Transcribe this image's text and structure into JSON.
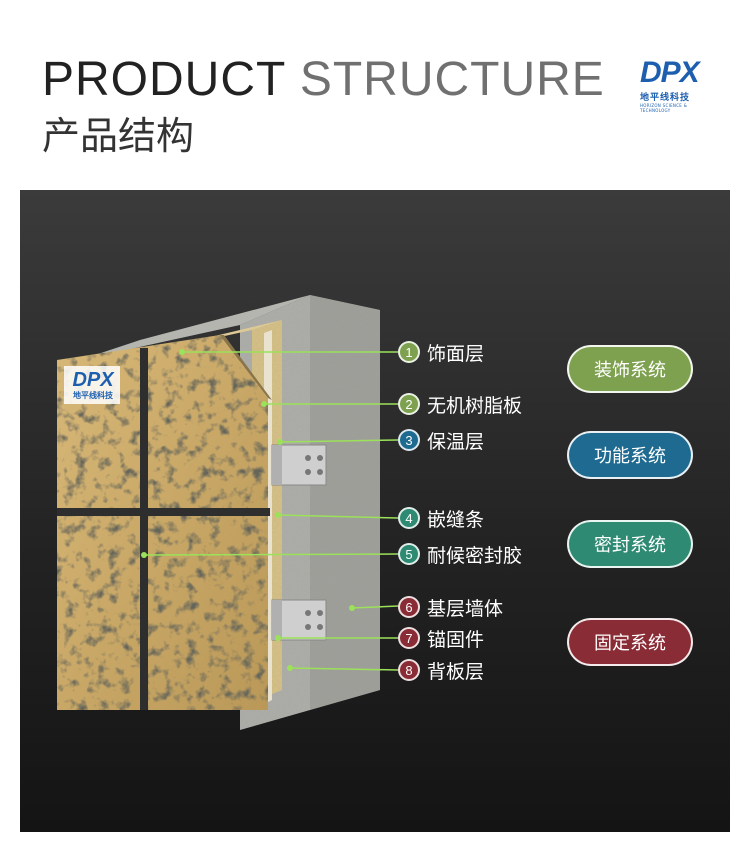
{
  "header": {
    "title_word1": "PRODUCT",
    "title_word2": "STRUCTURE",
    "title_cn": "产品结构",
    "brand_logo": "DPX",
    "brand_cn": "地平线科技",
    "brand_en": "HORIZON SCIENCE & TECHNOLOGY"
  },
  "panel_logo": {
    "text": "DPX",
    "cn": "地平线科技"
  },
  "layers": [
    {
      "num": "1",
      "label": "饰面层",
      "color": "#7ea14f"
    },
    {
      "num": "2",
      "label": "无机树脂板",
      "color": "#7ea14f"
    },
    {
      "num": "3",
      "label": "保温层",
      "color": "#1e6a90"
    },
    {
      "num": "4",
      "label": "嵌缝条",
      "color": "#2e8a72"
    },
    {
      "num": "5",
      "label": "耐候密封胶",
      "color": "#2e8a72"
    },
    {
      "num": "6",
      "label": "基层墙体",
      "color": "#8a2c35"
    },
    {
      "num": "7",
      "label": "锚固件",
      "color": "#8a2c35"
    },
    {
      "num": "8",
      "label": "背板层",
      "color": "#8a2c35"
    }
  ],
  "systems": [
    {
      "label": "装饰系统",
      "color": "#7ea14f"
    },
    {
      "label": "功能系统",
      "color": "#1e6a90"
    },
    {
      "label": "密封系统",
      "color": "#2e8a72"
    },
    {
      "label": "固定系统",
      "color": "#8a2c35"
    }
  ],
  "colors": {
    "leader": "#9be15a",
    "granite_base": "#c9a867",
    "concrete": "#a7a7a2",
    "insulation": "#d6c28a"
  }
}
